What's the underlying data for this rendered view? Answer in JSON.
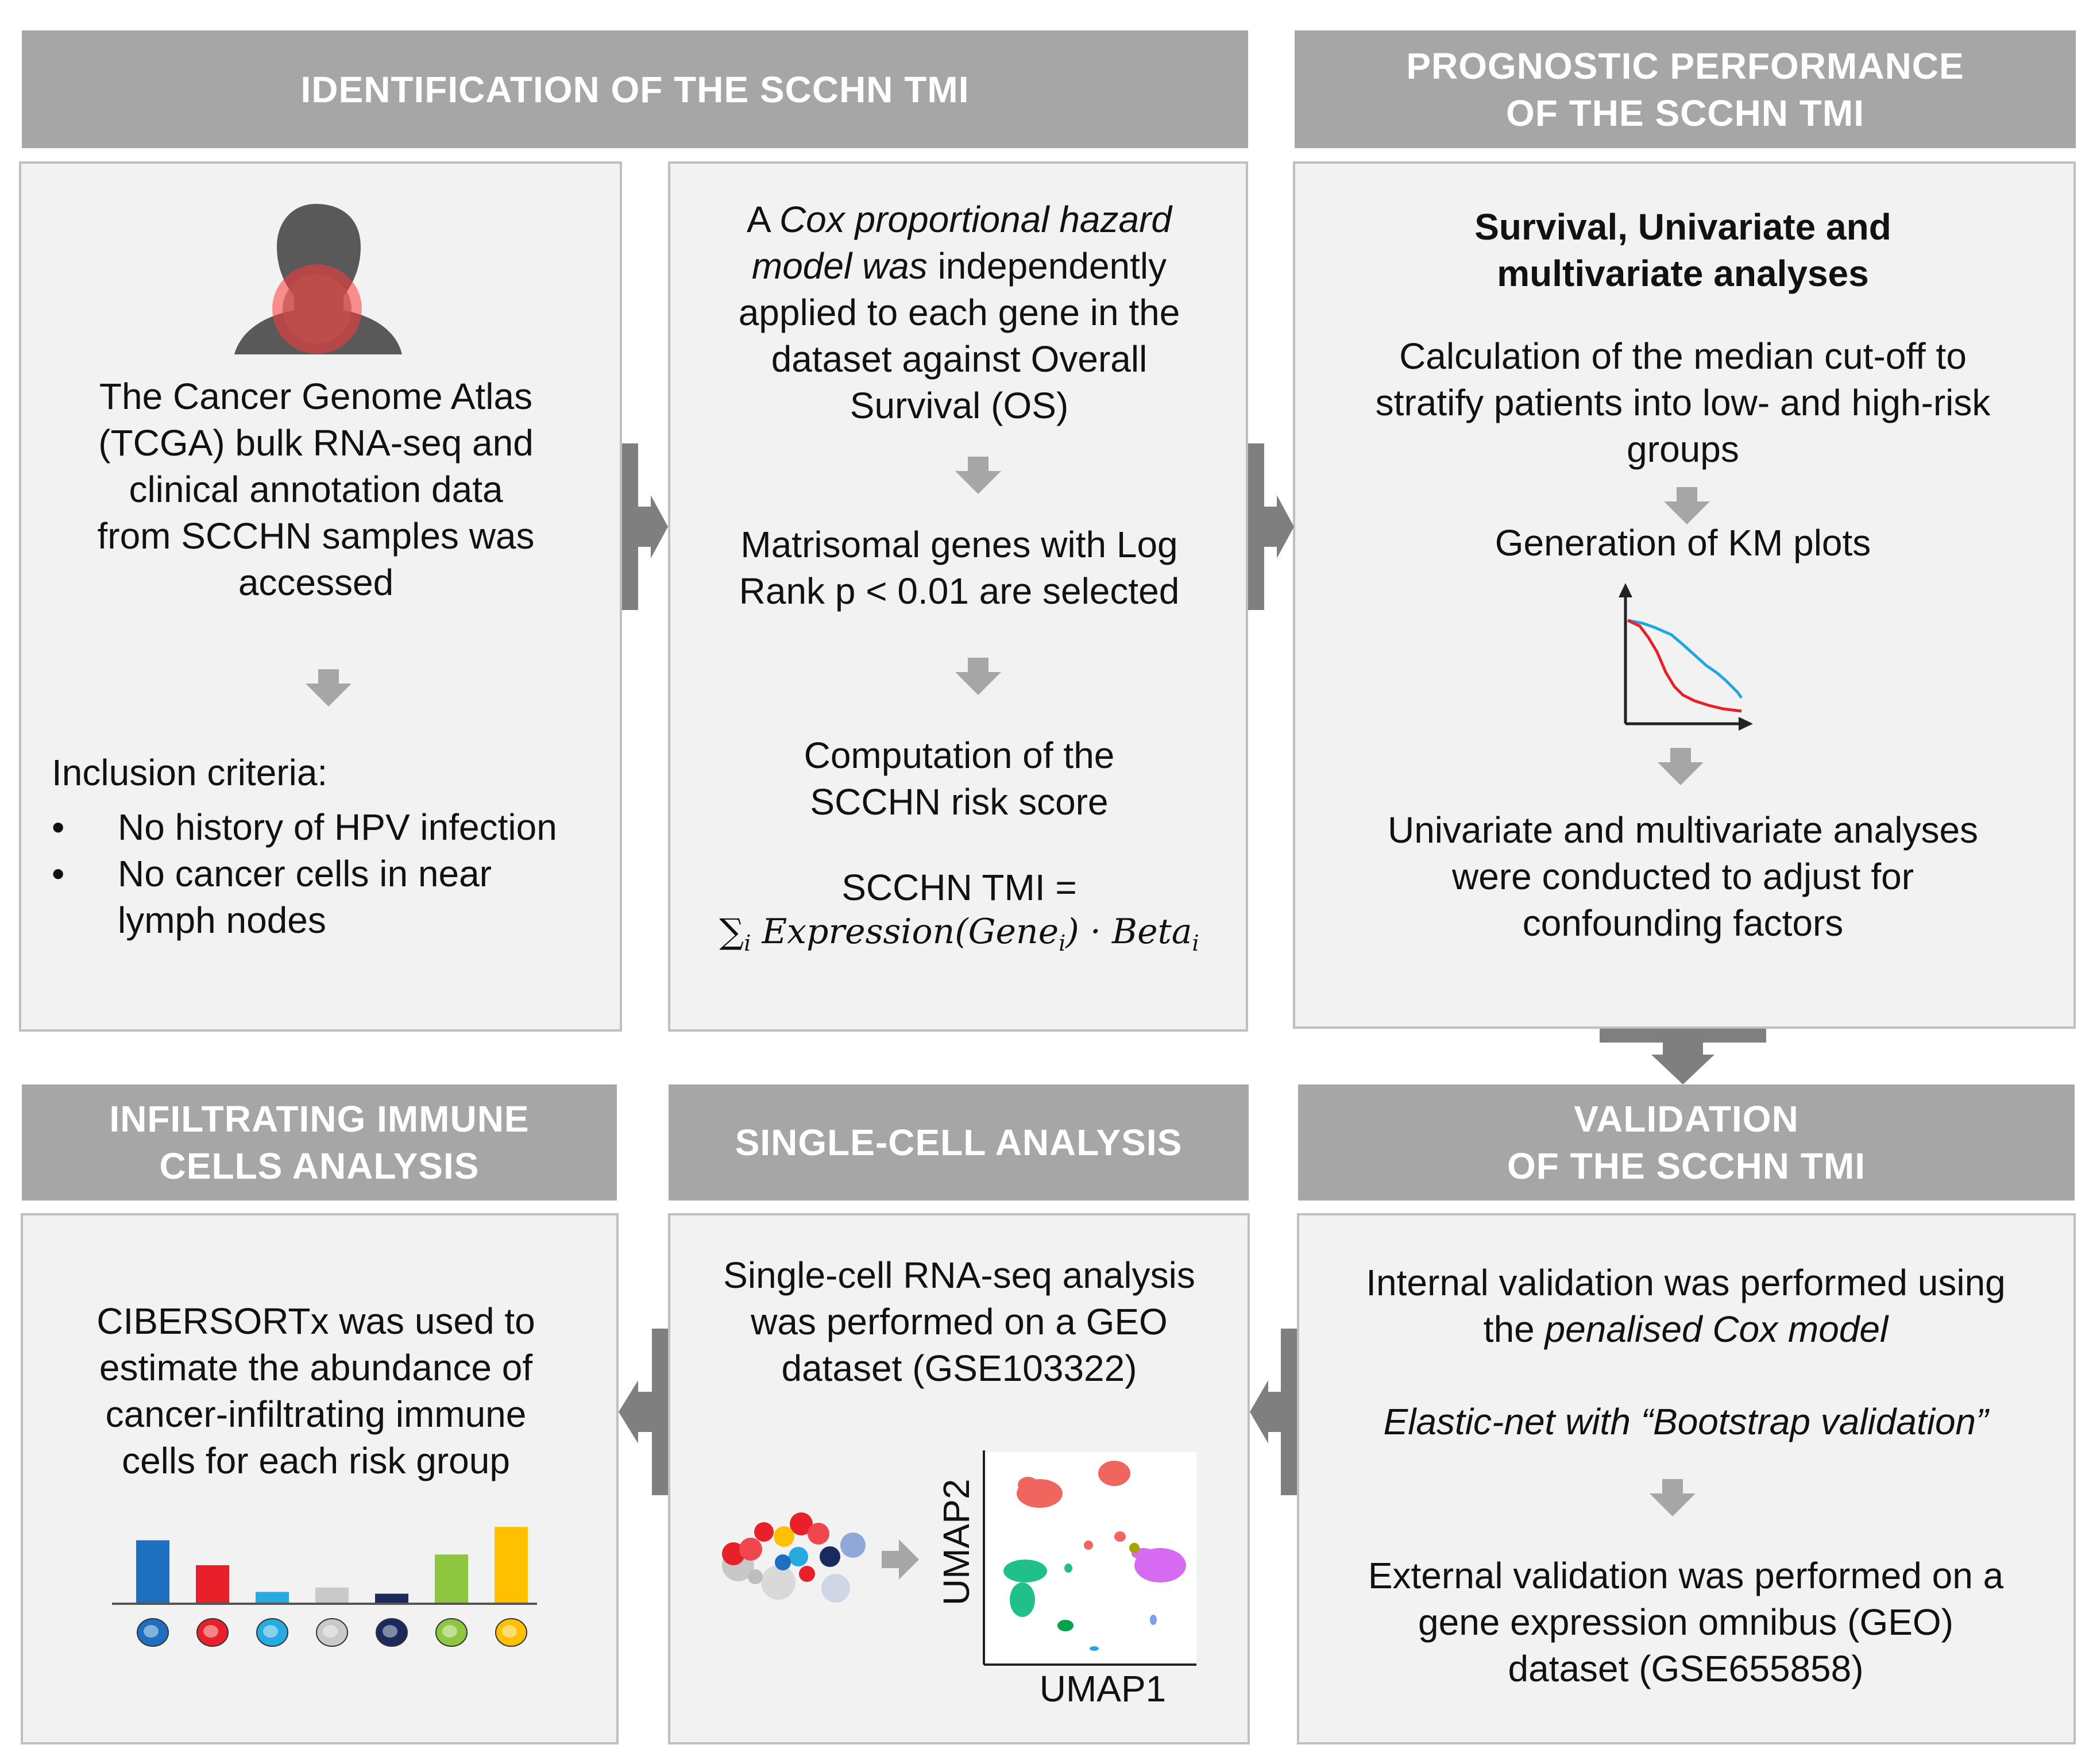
{
  "headers": {
    "identification": "IDENTIFICATION OF THE SCCHN TMI",
    "prognostic": [
      "PROGNOSTIC PERFORMANCE",
      "OF THE SCCHN TMI"
    ],
    "immune": [
      "INFILTRATING IMMUNE",
      "CELLS ANALYSIS"
    ],
    "single_cell": "SINGLE-CELL ANALYSIS",
    "validation": [
      "VALIDATION",
      "OF THE SCCHN TMI"
    ]
  },
  "box_tcga": {
    "text": [
      "The Cancer Genome Atlas",
      "(TCGA) bulk RNA-seq and",
      "clinical annotation data",
      "from SCCHN samples was",
      "accessed"
    ],
    "criteria_title": "Inclusion criteria:",
    "criteria": [
      "No history of HPV infection",
      "No cancer cells in near",
      "lymph nodes"
    ],
    "bullet": "•",
    "icon": "head-neck-tumor-icon"
  },
  "box_cox": {
    "line1_pre": "A ",
    "line1_it": "Cox proportional hazard",
    "line2_it": "model was",
    "line2_post": " independently",
    "lines": [
      "applied to each gene in the",
      "dataset against Overall",
      "Survival (OS)"
    ],
    "selected": [
      "Matrisomal genes with Log",
      "Rank p < 0.01 are selected"
    ],
    "computation": [
      "Computation of the",
      "SCCHN risk score"
    ],
    "formula_label": "SCCHN TMI =",
    "formula_sum": "∑",
    "formula_sub_i": "i",
    "formula_expr": "Expression(Gene",
    "formula_mid": ") · Beta"
  },
  "box_prognostic": {
    "title": [
      "Survival, Univariate and",
      "multivariate analyses"
    ],
    "median": [
      "Calculation of the median cut-off to",
      "stratify patients into low- and high-risk",
      "groups"
    ],
    "km": "Generation of KM plots",
    "uni": [
      "Univariate and multivariate analyses",
      "were conducted to adjust for",
      "confounding factors"
    ],
    "colors": {
      "low_risk": "#1fa8e0",
      "high_risk": "#e8202a"
    }
  },
  "box_immune": {
    "text": [
      "CIBERSORTx was used to",
      "estimate the abundance of",
      "cancer-infiltrating immune",
      "cells for each risk group"
    ],
    "bars": [
      {
        "value": 0.7,
        "color": "#1f6fc0",
        "icon": "b-cell-icon"
      },
      {
        "value": 0.42,
        "color": "#e8202a",
        "icon": "red-cell-icon"
      },
      {
        "value": 0.12,
        "color": "#27a9e1",
        "icon": "t-cell-icon"
      },
      {
        "value": 0.17,
        "color": "#c9c9c9",
        "icon": "dendritic-cell-icon"
      },
      {
        "value": 0.1,
        "color": "#1b2a5c",
        "icon": "macrophage-icon"
      },
      {
        "value": 0.54,
        "color": "#8dc63f",
        "icon": "nk-cell-icon"
      },
      {
        "value": 0.85,
        "color": "#ffc000",
        "icon": "mast-cell-icon"
      }
    ]
  },
  "box_single": {
    "text": [
      "Single-cell RNA-seq analysis",
      "was performed on a GEO",
      "dataset (GSE103322)"
    ],
    "umap_x": "UMAP1",
    "umap_y": "UMAP2"
  },
  "box_validation": {
    "line1": "Internal validation was performed using",
    "line2_pre": "the ",
    "line2_it": "penalised Cox model",
    "elastic": "Elastic-net with “Bootstrap validation”",
    "external": [
      "External validation was performed on a",
      "gene expression omnibus (GEO)",
      "dataset (GSE655858)"
    ]
  }
}
